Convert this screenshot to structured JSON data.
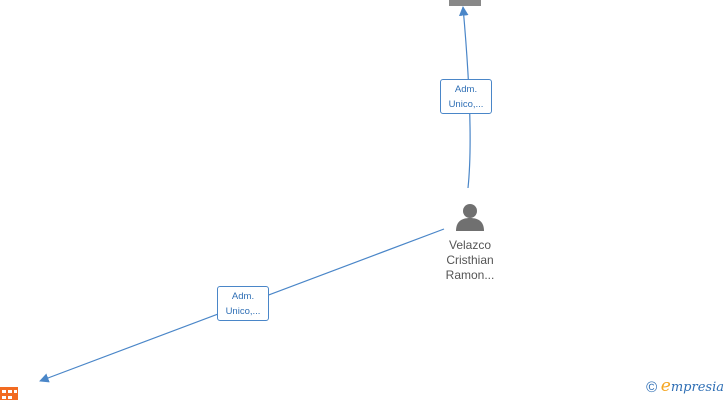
{
  "person": {
    "name_lines": [
      "Velazco",
      "Cristhian",
      "Ramon..."
    ],
    "icon": "person-icon"
  },
  "edges": [
    {
      "label_lines": [
        "Adm.",
        "Unico,..."
      ],
      "direction": "to-top-company"
    },
    {
      "label_lines": [
        "Adm.",
        "Unico,..."
      ],
      "direction": "to-bottom-company"
    }
  ],
  "companies": [
    {
      "icon": "building-icon",
      "color": "#888888"
    },
    {
      "icon": "building-icon",
      "color": "#f26b21"
    }
  ],
  "brand": {
    "copyright_symbol": "©",
    "logo_initial": "e",
    "name": "mpresia"
  },
  "colors": {
    "edge": "#4a86c8",
    "label_text": "#2f6fb5",
    "person_icon": "#707070"
  }
}
